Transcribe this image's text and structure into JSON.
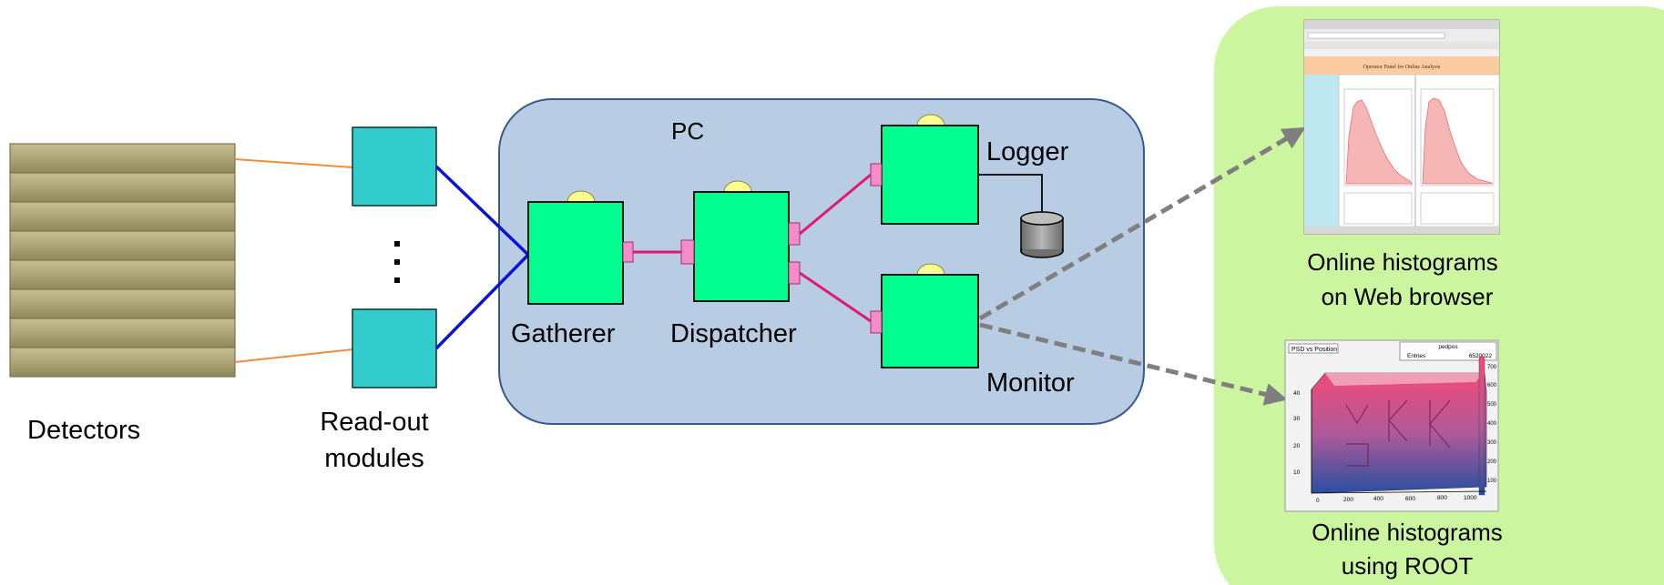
{
  "labels": {
    "detectors": "Detectors",
    "readout_line1": "Read-out",
    "readout_line2": "modules",
    "pc": "PC",
    "gatherer": "Gatherer",
    "dispatcher": "Dispatcher",
    "logger": "Logger",
    "monitor": "Monitor",
    "web_line1": "Online histograms",
    "web_line2": "on Web browser",
    "root_line1": "Online histograms",
    "root_line2": "using ROOT"
  },
  "web_panel": {
    "header": "Operator Panel for Online Analysis"
  },
  "root_panel": {
    "title_box": "PSD vs Position",
    "stats_name": "pedpos",
    "stats_entries_label": "Entries",
    "stats_entries_value": "6520022",
    "x_ticks": [
      "0",
      "200",
      "400",
      "600",
      "800",
      "1000"
    ],
    "y_ticks": [
      "10",
      "20",
      "30",
      "40"
    ],
    "z_ticks": [
      "700",
      "600",
      "500",
      "400",
      "300",
      "200",
      "100"
    ]
  },
  "colors": {
    "pc_fill": "#b8cde4",
    "pc_border": "#3a5a8c",
    "right_panel": "#ccf5a0",
    "component_fill": "#00ff90",
    "readout_fill": "#33cccc",
    "bus_blue": "#0a14d2",
    "link_pink": "#e0186e",
    "fiber_orange": "#f08c3c",
    "arrow_gray": "#7f7f7f"
  }
}
